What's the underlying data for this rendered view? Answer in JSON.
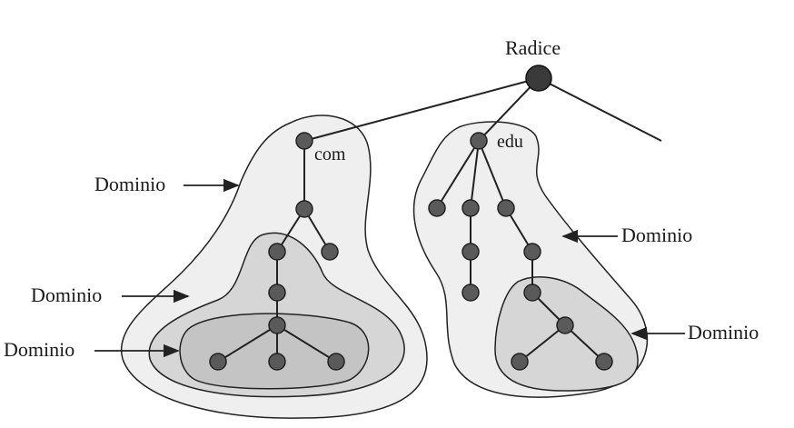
{
  "labels": {
    "root": "Radice",
    "com": "com",
    "edu": "edu",
    "domain_com_outer": "Dominio",
    "domain_com_middle": "Dominio",
    "domain_com_inner": "Dominio",
    "domain_edu_outer": "Dominio",
    "domain_edu_inner": "Dominio"
  },
  "colors": {
    "region_light": "#efefef",
    "region_medium": "#d6d6d6",
    "region_dark": "#c4c4c4"
  }
}
